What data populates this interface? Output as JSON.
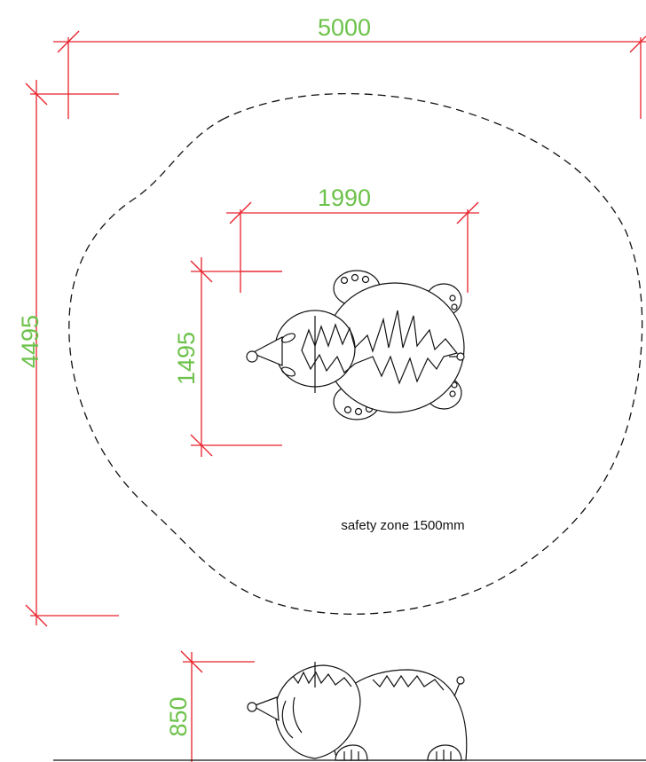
{
  "dimensions": {
    "overall_width": "5000",
    "overall_depth": "4495",
    "product_width": "1990",
    "product_depth": "1495",
    "product_height": "850"
  },
  "notes": {
    "safety_zone": "safety zone 1500mm"
  },
  "colors": {
    "dimension_line": "#e8202a",
    "dimension_text": "#6cc24a",
    "drawing_ink": "#111111"
  }
}
